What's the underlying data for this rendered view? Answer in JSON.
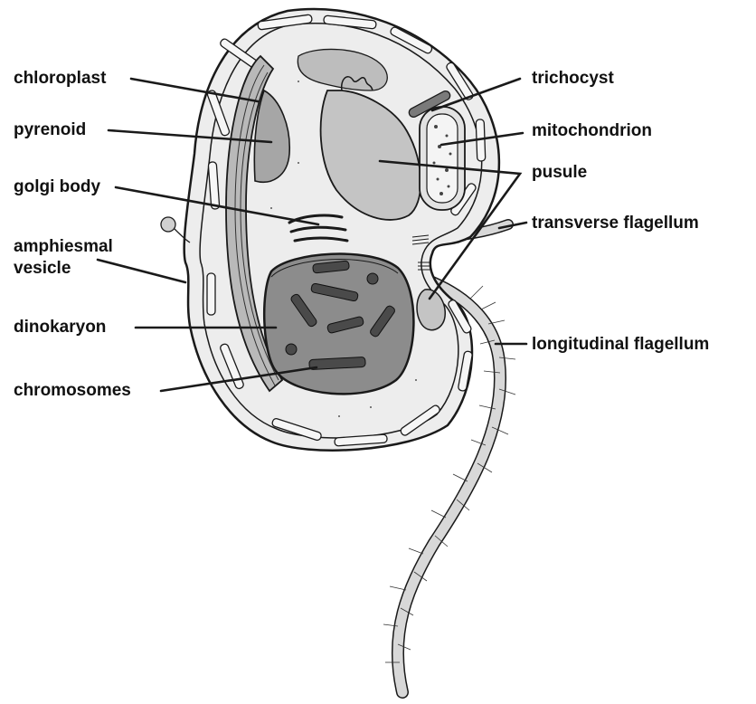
{
  "labels": {
    "chloroplast": "chloroplast",
    "pyrenoid": "pyrenoid",
    "golgi_body": "golgi body",
    "amphiesmal_line1": "amphiesmal",
    "amphiesmal_line2": "vesicle",
    "dinokaryon": "dinokaryon",
    "chromosomes": "chromosomes",
    "trichocyst": "trichocyst",
    "mitochondrion": "mitochondrion",
    "pusule": "pusule",
    "transverse_flagellum": "transverse flagellum",
    "longitudinal_flagellum": "longitudinal flagellum"
  },
  "colors": {
    "outline": "#1a1a1a",
    "cytoplasm": "#ededed",
    "vesicle_fill": "#f6f6f6",
    "chloroplast_fill": "#b9b9b9",
    "pyrenoid_fill": "#a6a6a6",
    "pusule_fill": "#c4c4c4",
    "nucleus_fill": "#8c8c8c",
    "chromosome_fill": "#4a4a4a",
    "flagellum_fill": "#d8d8d8"
  }
}
